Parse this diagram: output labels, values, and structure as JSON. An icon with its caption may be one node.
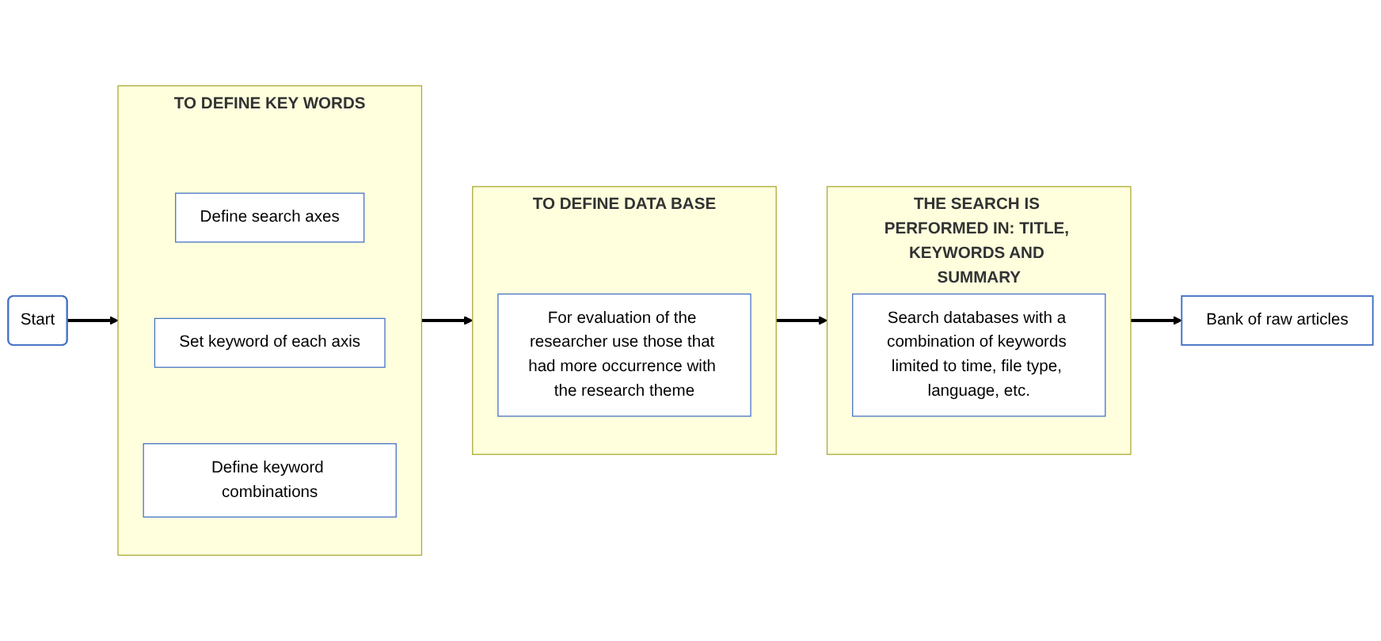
{
  "diagram": {
    "nodes": [
      {
        "text": [
          "Start"
        ]
      },
      {
        "text": [
          "TO DEFINE KEY WORDS"
        ]
      },
      {
        "text": [
          "Define search axes"
        ],
        "in": 1
      },
      {
        "text": [
          "Set keyword of each axis"
        ],
        "in": 1
      },
      {
        "text": [
          "Define keyword combinations"
        ],
        "in": 1
      },
      {
        "text": [
          "TO DEFINE DATA BASE"
        ]
      },
      {
        "text": [
          "For evaluation of the researcher use those that had more occurrence with the research theme"
        ],
        "in": 5
      },
      {
        "text": [
          "THE SEARCH IS PERFORMED IN: TITLE, KEYWORDS AND SUMMARY"
        ]
      },
      {
        "text": [
          "Search databases with a combination of keywords limited to time, file type, language, etc."
        ],
        "in": 7
      },
      {
        "text": [
          "Bank of raw articles"
        ]
      }
    ],
    "edges": [
      {
        "from": 0,
        "to": 1,
        "arrow": "to"
      },
      {
        "from": 1,
        "to": 5,
        "arrow": "to"
      },
      {
        "from": 5,
        "to": 7,
        "arrow": "to"
      },
      {
        "from": 7,
        "to": 9,
        "arrow": "to"
      }
    ]
  }
}
